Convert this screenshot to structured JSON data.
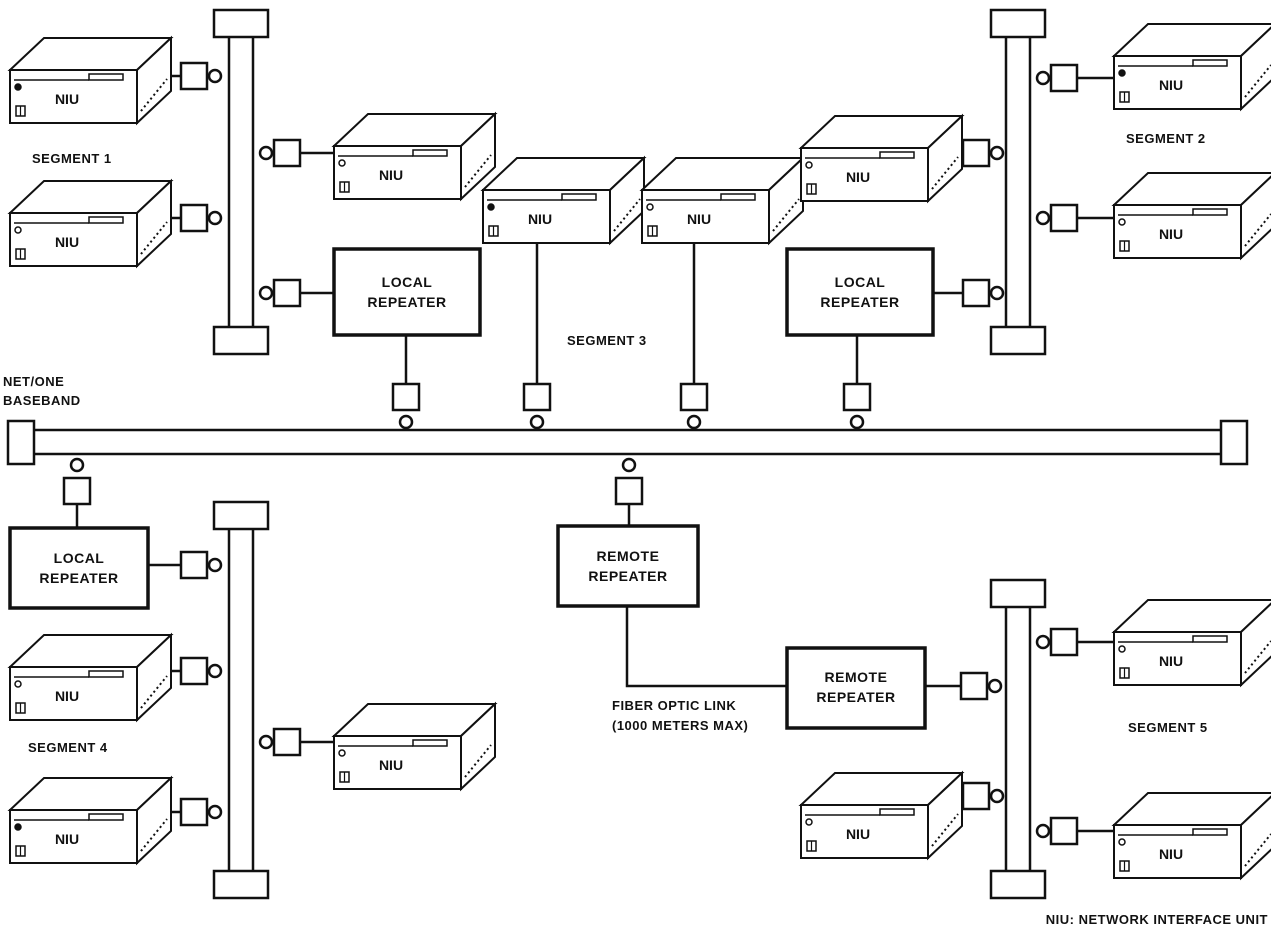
{
  "labels": {
    "segment_1": "SEGMENT 1",
    "segment_2": "SEGMENT 2",
    "segment_3": "SEGMENT 3",
    "segment_4": "SEGMENT 4",
    "segment_5": "SEGMENT 5",
    "backbone_line1": "NET/ONE",
    "backbone_line2": "BASEBAND",
    "fiber_line1": "FIBER OPTIC LINK",
    "fiber_line2": "(1000 METERS MAX)",
    "legend": "NIU: NETWORK INTERFACE UNIT"
  },
  "repeaters": {
    "local_line1": "LOCAL",
    "local_line2": "REPEATER",
    "remote_line1": "REMOTE",
    "remote_line2": "REPEATER"
  },
  "niu_label": "NIU",
  "colors": {
    "ink": "#111111",
    "shade": "#6b6b6b",
    "paper": "#ffffff"
  }
}
